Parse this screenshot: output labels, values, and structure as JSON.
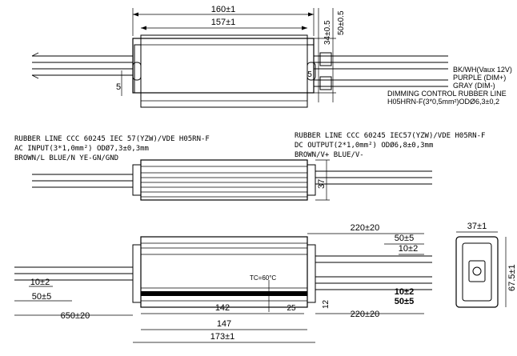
{
  "top_view": {
    "dim_length_overall": "160±1",
    "dim_length_inner": "157±1",
    "dim_height_a": "34±0.5",
    "dim_height_b": "50±0.5",
    "dim_slot": "5",
    "dim_slot_right": "5",
    "wire_labels": [
      "BK/WH(Vaux 12V)",
      "PURPLE   (DIM+)",
      "GRAY      (DIM-)"
    ],
    "dimming_title": "DIMMING CONTROL RUBBER LINE",
    "dimming_spec": "H05HRN-F(3*0,5mm²)ODØ6,3±0,2"
  },
  "side_view": {
    "left_spec_1": "RUBBER LINE CCC 60245 IEC 57(YZW)/VDE H05RN-F",
    "left_spec_2": "AC INPUT(3*1,0mm²) ODØ7,3±0,3mm",
    "left_spec_3": "BROWN/L  BLUE/N  YE-GN/GND",
    "right_spec_1": "RUBBER LINE CCC 60245 IEC57(YZW)/VDE H05RN-F",
    "right_spec_2": "DC OUTPUT(2*1,0mm²) ODØ6,8±0,3mm",
    "right_spec_3": "BROWN/V+  BLUE/V-",
    "dim_height": "37"
  },
  "bottom_view": {
    "dim_output_wire": "220±20",
    "dim_output_strip_a": "50±5",
    "dim_output_strip_b": "10±2",
    "dim_dim_strip_a": "10±2",
    "dim_dim_strip_b": "50±5",
    "tc_label": "TC=60°C",
    "dim_input_strip_a": "10±2",
    "dim_input_strip_b": "50±5",
    "dim_input_wire": "650±20",
    "dim_142": "142",
    "dim_25": "25",
    "dim_12": "12",
    "dim_dim_wire": "220±20",
    "dim_147": "147",
    "dim_173": "173±1"
  },
  "end_view": {
    "dim_width": "37±1",
    "dim_height": "67.5±1"
  }
}
